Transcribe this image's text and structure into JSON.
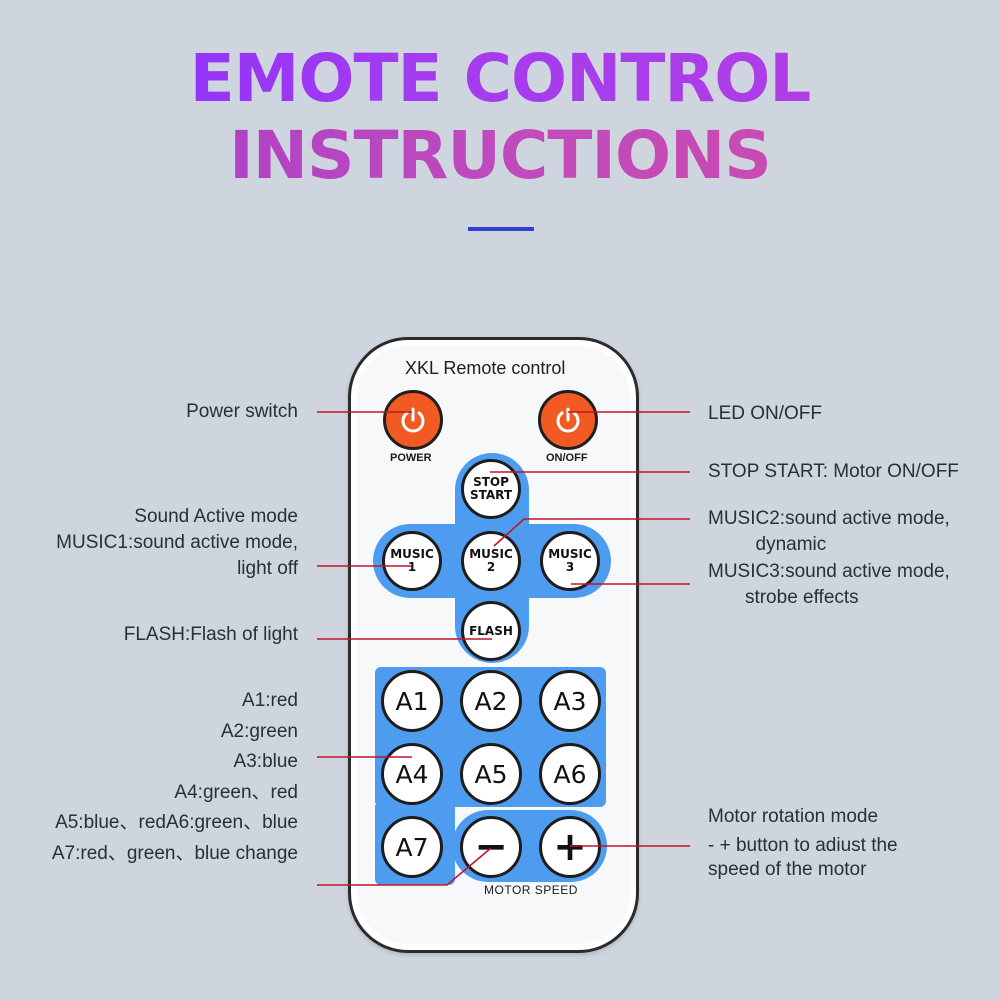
{
  "title": {
    "line1": "EMOTE CONTROL",
    "line2": "INSTRUCTIONS"
  },
  "remote": {
    "name": "XKL Remote control",
    "power_label": "POWER",
    "onoff_label": "ON/OFF",
    "buttons": {
      "stop_start": "STOP\nSTART",
      "music1": "MUSIC\n1",
      "music2": "MUSIC\n2",
      "music3": "MUSIC\n3",
      "flash": "FLASH",
      "a1": "A1",
      "a2": "A2",
      "a3": "A3",
      "a4": "A4",
      "a5": "A5",
      "a6": "A6",
      "a7": "A7",
      "minus": "−",
      "plus": "+"
    },
    "motor_speed_label": "MOTOR SPEED",
    "colors": {
      "power_button": "#f15a22",
      "panel_blue": "#4e9cf0",
      "leader_line": "#c0142a"
    },
    "icons": [
      "power-icon",
      "power-icon"
    ]
  },
  "annotations": {
    "power_switch": "Power switch",
    "sound_active": "Sound Active mode\nMUSIC1:sound active mode,\nlight off",
    "flash": "FLASH:Flash of light",
    "colors": "A1:red\nA2:green\nA3:blue\nA4:green、red\nA5:blue、redA6:green、blue\nA7:red、green、blue change",
    "led": "LED ON/OFF",
    "stop_start": "STOP START: Motor ON/OFF",
    "music2": "MUSIC2:sound active mode,\n         dynamic",
    "music3": "MUSIC3:sound active mode,\n       strobe effects",
    "motor": "Motor rotation mode",
    "motor_adjust": "- + button to adiust the\nspeed of the motor"
  }
}
